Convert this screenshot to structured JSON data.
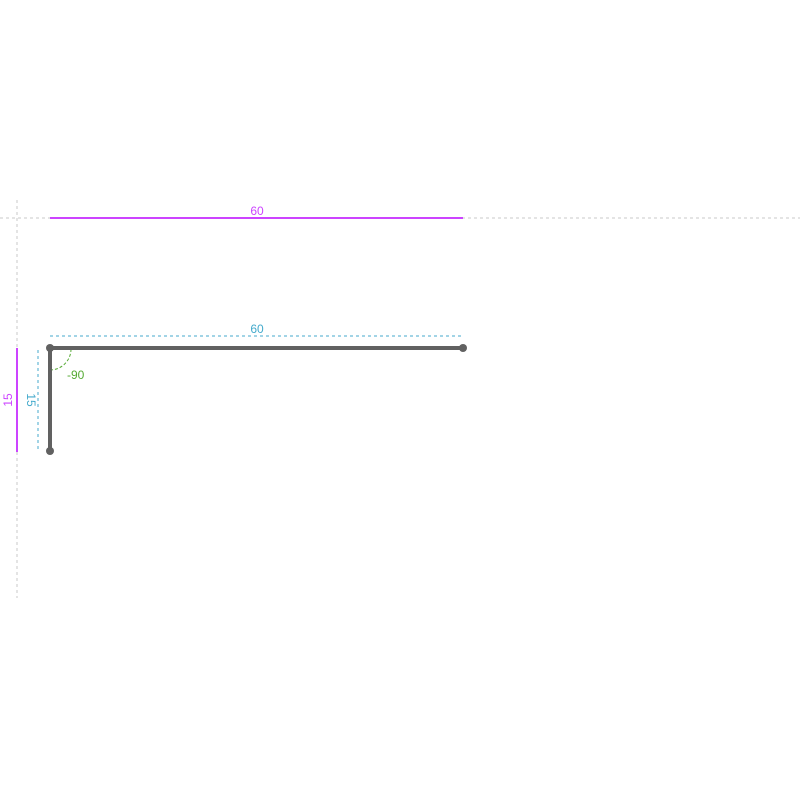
{
  "drawing": {
    "overall_dimensions": {
      "width_label": "60",
      "height_label": "15",
      "color": "#cc44ff"
    },
    "segment_dimensions": {
      "width_label": "60",
      "height_label": "15",
      "color": "#44aacc"
    },
    "angle": {
      "label": "-90",
      "color": "#55aa33"
    },
    "profile": {
      "color": "#616161",
      "joint_color": "#616161"
    },
    "guide_color": "#c8c8c8"
  }
}
